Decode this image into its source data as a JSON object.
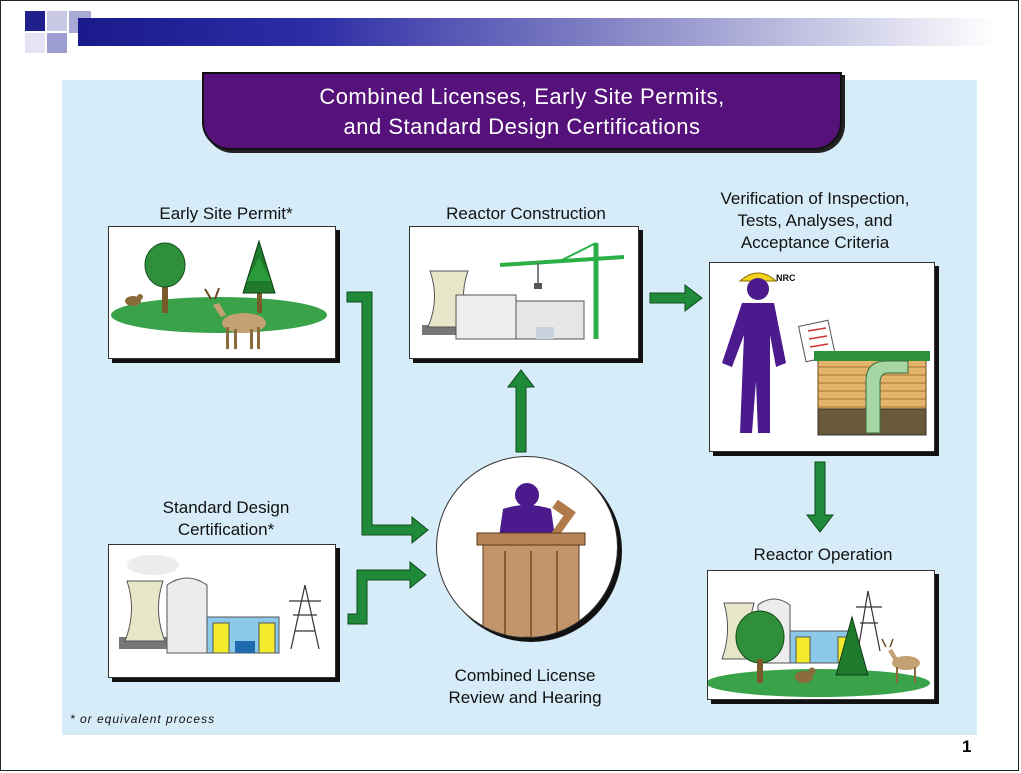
{
  "title": {
    "line1": "Combined Licenses, Early Site Permits,",
    "line2": "and Standard Design Certifications"
  },
  "stages": {
    "early_site_permit": "Early Site Permit*",
    "design_cert_line1": "Standard Design",
    "design_cert_line2": "Certification*",
    "construction": "Reactor Construction",
    "itaac_line1": "Verification of Inspection,",
    "itaac_line2": "Tests, Analyses, and",
    "itaac_line3": "Acceptance Criteria",
    "operation": "Reactor Operation",
    "review_line1": "Combined License",
    "review_line2": "Review and Hearing"
  },
  "badge": "NRC",
  "footnote": "* or equivalent process",
  "page_number": "1",
  "colors": {
    "banner": "#55127a",
    "panel": "#d6ecf8",
    "arrow": "#1f8a3a",
    "figure": "#4b1a8c"
  }
}
